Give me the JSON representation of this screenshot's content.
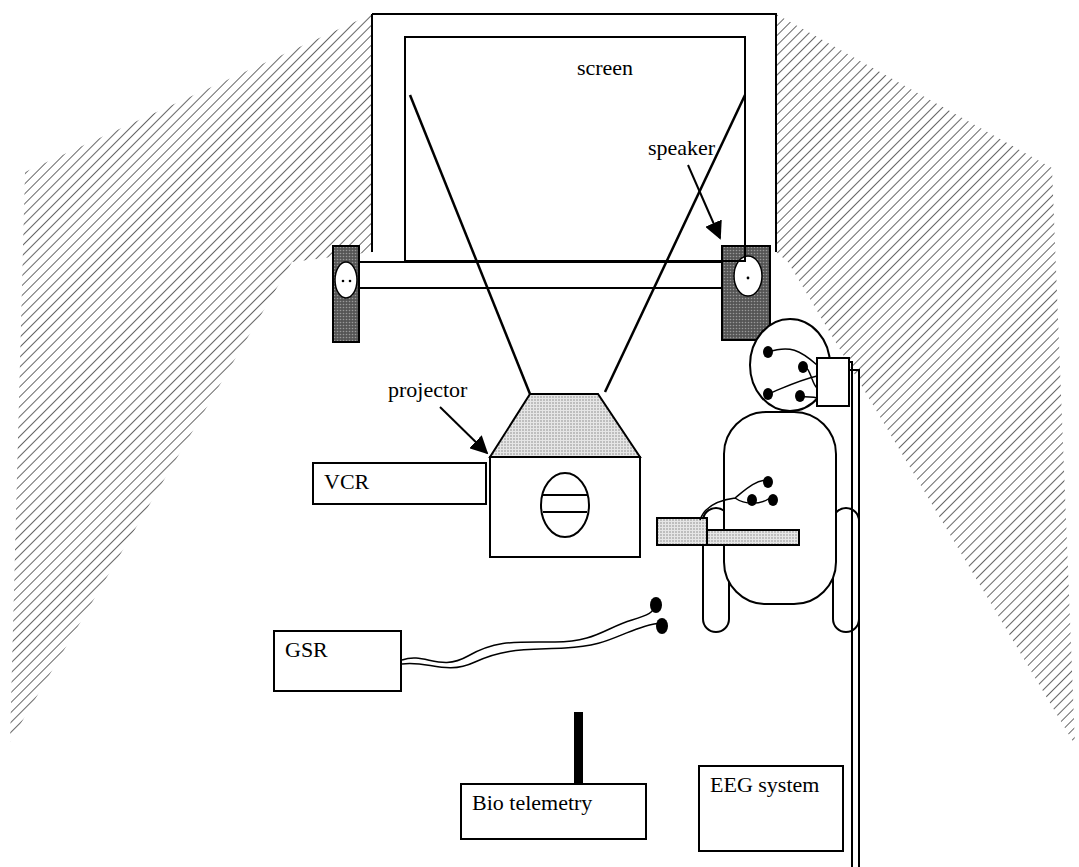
{
  "diagram": {
    "nodes": [
      {
        "text": [
          "screen"
        ]
      },
      {
        "text": [
          "VCR"
        ]
      },
      {
        "text": [
          "GSR"
        ]
      },
      {
        "text": [
          "Bio telemetry"
        ]
      },
      {
        "text": [
          "EEG system"
        ]
      }
    ],
    "labels": [
      "speaker",
      "projector"
    ]
  }
}
